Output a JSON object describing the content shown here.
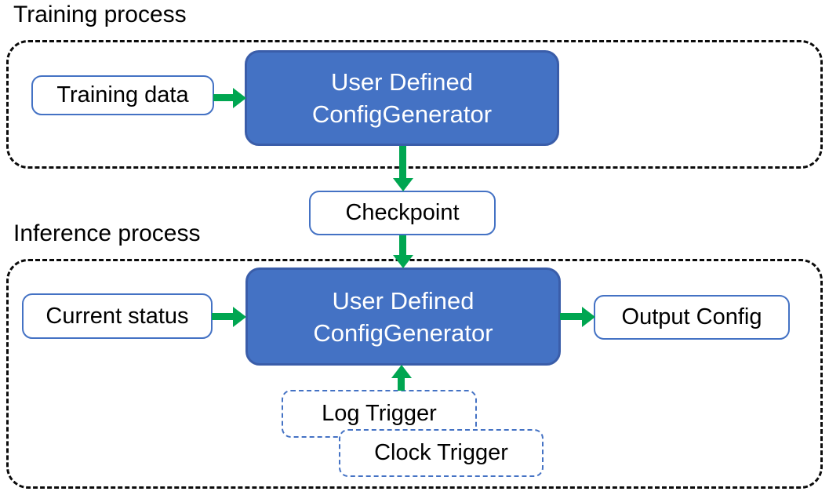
{
  "colors": {
    "generator_fill": "#4472c4",
    "generator_border": "#3a5da9",
    "io_box_border": "#4472c4",
    "trigger_border_dashed": "#4472c4",
    "arrow_green": "#00a651",
    "dashed_container_border": "#0b0b0b",
    "text_black": "#000000",
    "text_white": "#ffffff",
    "background": "#ffffff"
  },
  "training_section": {
    "label": "Training process",
    "training_data_box": {
      "label": "Training data"
    },
    "generator_box": {
      "line1": "User Defined",
      "line2": "ConfigGenerator"
    }
  },
  "checkpoint_box": {
    "label": "Checkpoint"
  },
  "inference_section": {
    "label": "Inference process",
    "current_status_box": {
      "label": "Current status"
    },
    "generator_box": {
      "line1": "User Defined",
      "line2": "ConfigGenerator"
    },
    "output_config_box": {
      "label": "Output Config"
    },
    "log_trigger_box": {
      "label": "Log Trigger"
    },
    "clock_trigger_box": {
      "label": "Clock Trigger"
    }
  }
}
